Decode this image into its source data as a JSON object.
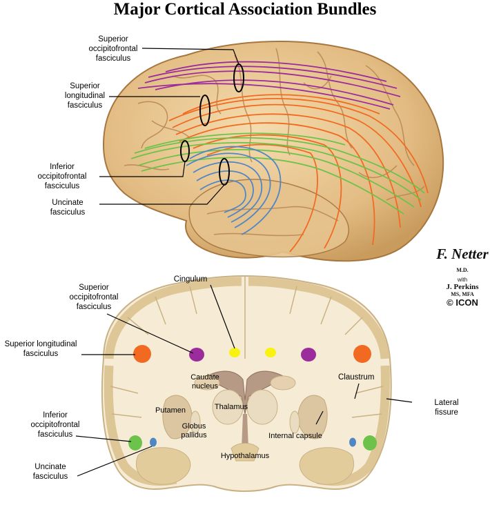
{
  "title": "Major Cortical Association Bundles",
  "top_labels": {
    "sup_occ": "Superior\noccipitofrontal\nfasciculus",
    "sup_long": "Superior\nlongitudinal\nfasciculus",
    "inf_occ": "Inferior\noccipitofrontal\nfasciculus",
    "uncinate": "Uncinate\nfasciculus"
  },
  "bottom_labels": {
    "sup_occ": "Superior\noccipitofrontal\nfasciculus",
    "cingulum": "Cingulum",
    "sup_long": "Superior longitudinal\nfasciculus",
    "inf_occ": "Inferior\noccipitofrontal\nfasciculus",
    "uncinate": "Uncinate\nfasciculus",
    "claustrum": "Claustrum",
    "lateral_fissure": "Lateral\nfissure",
    "caudate": "Caudate\nnucleus",
    "thalamus": "Thalamus",
    "putamen": "Putamen",
    "globus": "Globus\npallidus",
    "internal_capsule": "Internal capsule",
    "hypothalamus": "Hypothalamus"
  },
  "signature": {
    "artist": "F. Netter",
    "artist_suffix": "M.D.",
    "with": "with",
    "coauthor": "J. Perkins",
    "credentials": "MS, MFA",
    "copyright": "© ICON"
  },
  "colors": {
    "superior_occipitofrontal": "#9b2c9b",
    "superior_longitudinal": "#f26a21",
    "inferior_occipitofrontal": "#6cc24a",
    "uncinate": "#4f86c6",
    "cingulum": "#f7f20f",
    "brain_surface": "#e8c48e",
    "white_matter": "#f6ecd6",
    "gray_matter": "#e3cc9c"
  }
}
